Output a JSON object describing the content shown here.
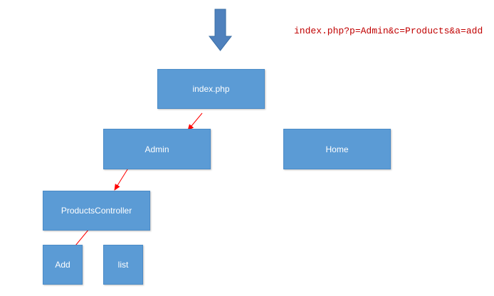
{
  "url_annotation": "index.php?p=Admin&c=Products&a=add",
  "nodes": {
    "index": "index.php",
    "admin": "Admin",
    "home": "Home",
    "products_controller": "ProductsController",
    "add": "Add",
    "list": "list"
  },
  "colors": {
    "node_fill": "#5b9bd5",
    "node_text": "#ffffff",
    "arrow_red": "#ff0000",
    "big_arrow": "#4f81bd",
    "url_text": "#c00000"
  },
  "icons": {
    "big_arrow": "down-arrow-icon",
    "connector": "red-arrow"
  }
}
